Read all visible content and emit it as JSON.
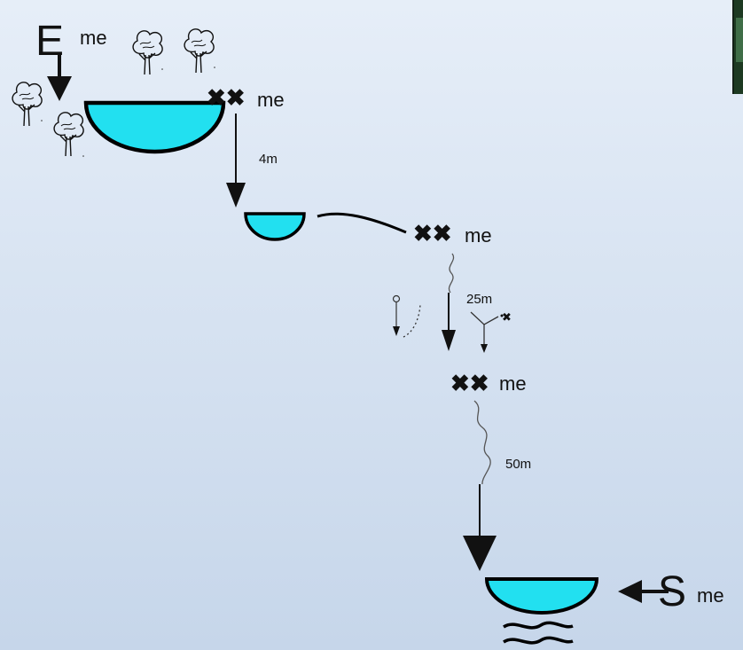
{
  "entry": {
    "letter": "E",
    "suffix": "me"
  },
  "exit": {
    "letter": "S",
    "suffix": "me"
  },
  "anchors": [
    {
      "mark": "✖✖",
      "suffix": "me"
    },
    {
      "mark": "✖✖",
      "suffix": "me"
    },
    {
      "mark": "✖✖",
      "suffix": "me"
    }
  ],
  "drops": [
    "4m",
    "25m",
    "50m"
  ],
  "colors": {
    "pool": "#22e0f0",
    "outline": "#000000",
    "background_top": "#e6eef8",
    "background_bottom": "#c6d6ea"
  },
  "icons": [
    "tree-icon",
    "pool-icon",
    "anchor-icon",
    "waterfall-icon",
    "water-waves-icon",
    "photo-thumbnail"
  ]
}
